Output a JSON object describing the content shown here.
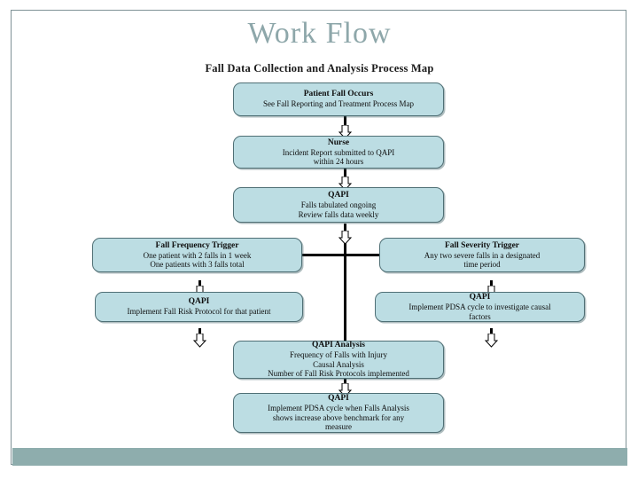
{
  "slide": {
    "title": "Work Flow",
    "subtitle": "Fall Data Collection and Analysis Process Map",
    "title_color": "#8ea7aa",
    "footer_bar_color": "#8eadad",
    "node_fill_color": "#bcdde3",
    "node_border_color": "#4f6f75"
  },
  "diagram": {
    "type": "flowchart",
    "nodes": [
      {
        "id": "patient-fall-occurs",
        "heading": "Patient Fall Occurs",
        "lines": [
          "See Fall Reporting and Treatment Process Map"
        ]
      },
      {
        "id": "nurse",
        "heading": "Nurse",
        "lines": [
          "Incident Report submitted to QAPI",
          "within 24 hours"
        ]
      },
      {
        "id": "qapi-tabulated",
        "heading": "QAPI",
        "lines": [
          "Falls tabulated ongoing",
          "Review falls data weekly"
        ]
      },
      {
        "id": "fall-frequency-trigger",
        "heading": "Fall Frequency Trigger",
        "lines": [
          "One patient with 2 falls in 1 week",
          "One patients with 3 falls total"
        ]
      },
      {
        "id": "fall-severity-trigger",
        "heading": "Fall Severity Trigger",
        "lines": [
          "Any two severe falls in a designated",
          "time period"
        ]
      },
      {
        "id": "qapi-fall-risk-protocol",
        "heading": "QAPI",
        "lines": [
          "Implement Fall Risk Protocol for that patient"
        ]
      },
      {
        "id": "qapi-pdsa-causal",
        "heading": "QAPI",
        "lines": [
          "Implement PDSA cycle to investigate causal",
          "factors"
        ]
      },
      {
        "id": "qapi-analysis",
        "heading": "QAPI Analysis",
        "lines": [
          "Frequency of Falls with Injury",
          "Causal Analysis",
          "Number of Fall Risk Protocols implemented"
        ]
      },
      {
        "id": "qapi-pdsa-benchmark",
        "heading": "QAPI",
        "lines": [
          "Implement PDSA cycle when Falls Analysis",
          "shows increase above benchmark for any",
          "measure"
        ]
      }
    ]
  }
}
